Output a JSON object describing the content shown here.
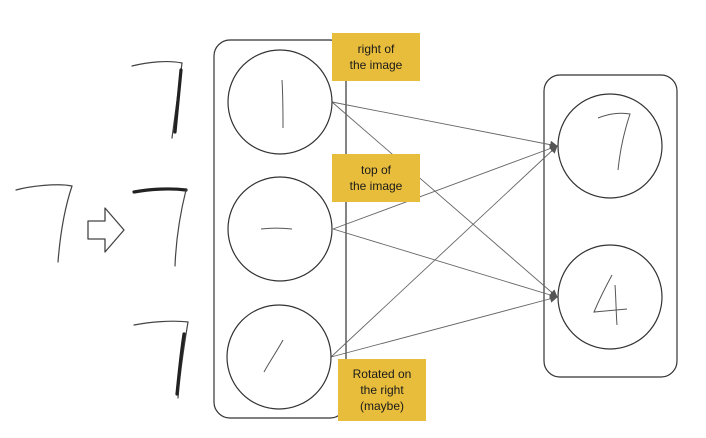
{
  "notes": {
    "right": {
      "line1": "right of",
      "line2": "the image"
    },
    "top": {
      "line1": "top of",
      "line2": "the image"
    },
    "rotated": {
      "line1": "Rotated on",
      "line2": "the right",
      "line3": "(maybe)"
    }
  },
  "colors": {
    "note_fill": "#e8bd3c",
    "stroke": "#333333",
    "edge": "#555555"
  },
  "icons": [
    "digit-seven-sketch",
    "arrow-right-icon",
    "stroke-sketch"
  ]
}
